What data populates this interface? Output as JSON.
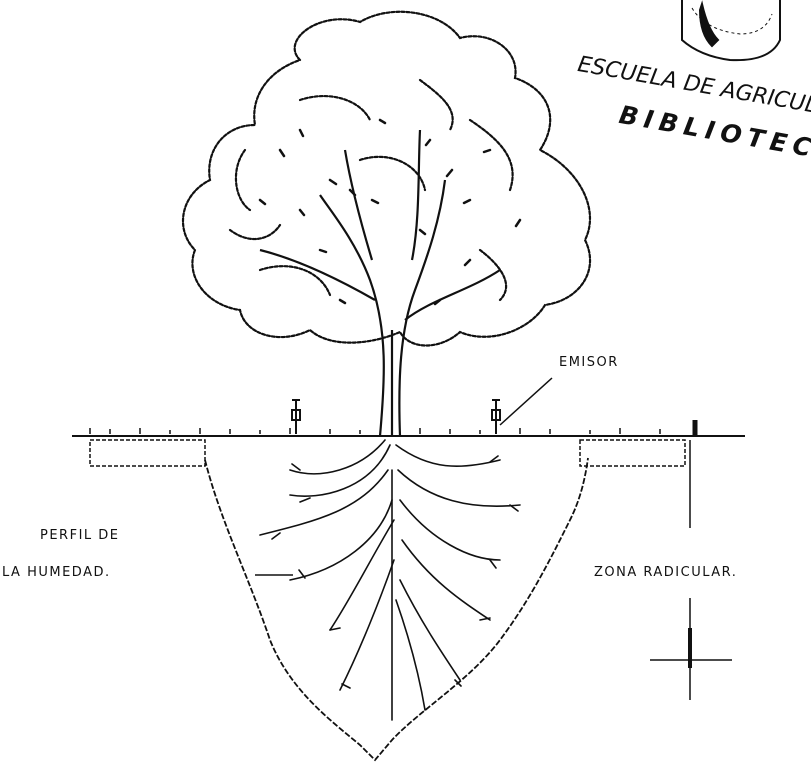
{
  "stamp": {
    "line1": "ESCUELA DE AGRICULTU",
    "line2": "BIBLIOTECA"
  },
  "labels": {
    "emitter": "EMISOR",
    "moisture_profile_line1": "PERFIL DE",
    "moisture_profile_line2": "LA HUMEDAD.",
    "root_zone": "ZONA RADICULAR."
  },
  "colors": {
    "ink": "#111111",
    "paper": "#ffffff"
  }
}
